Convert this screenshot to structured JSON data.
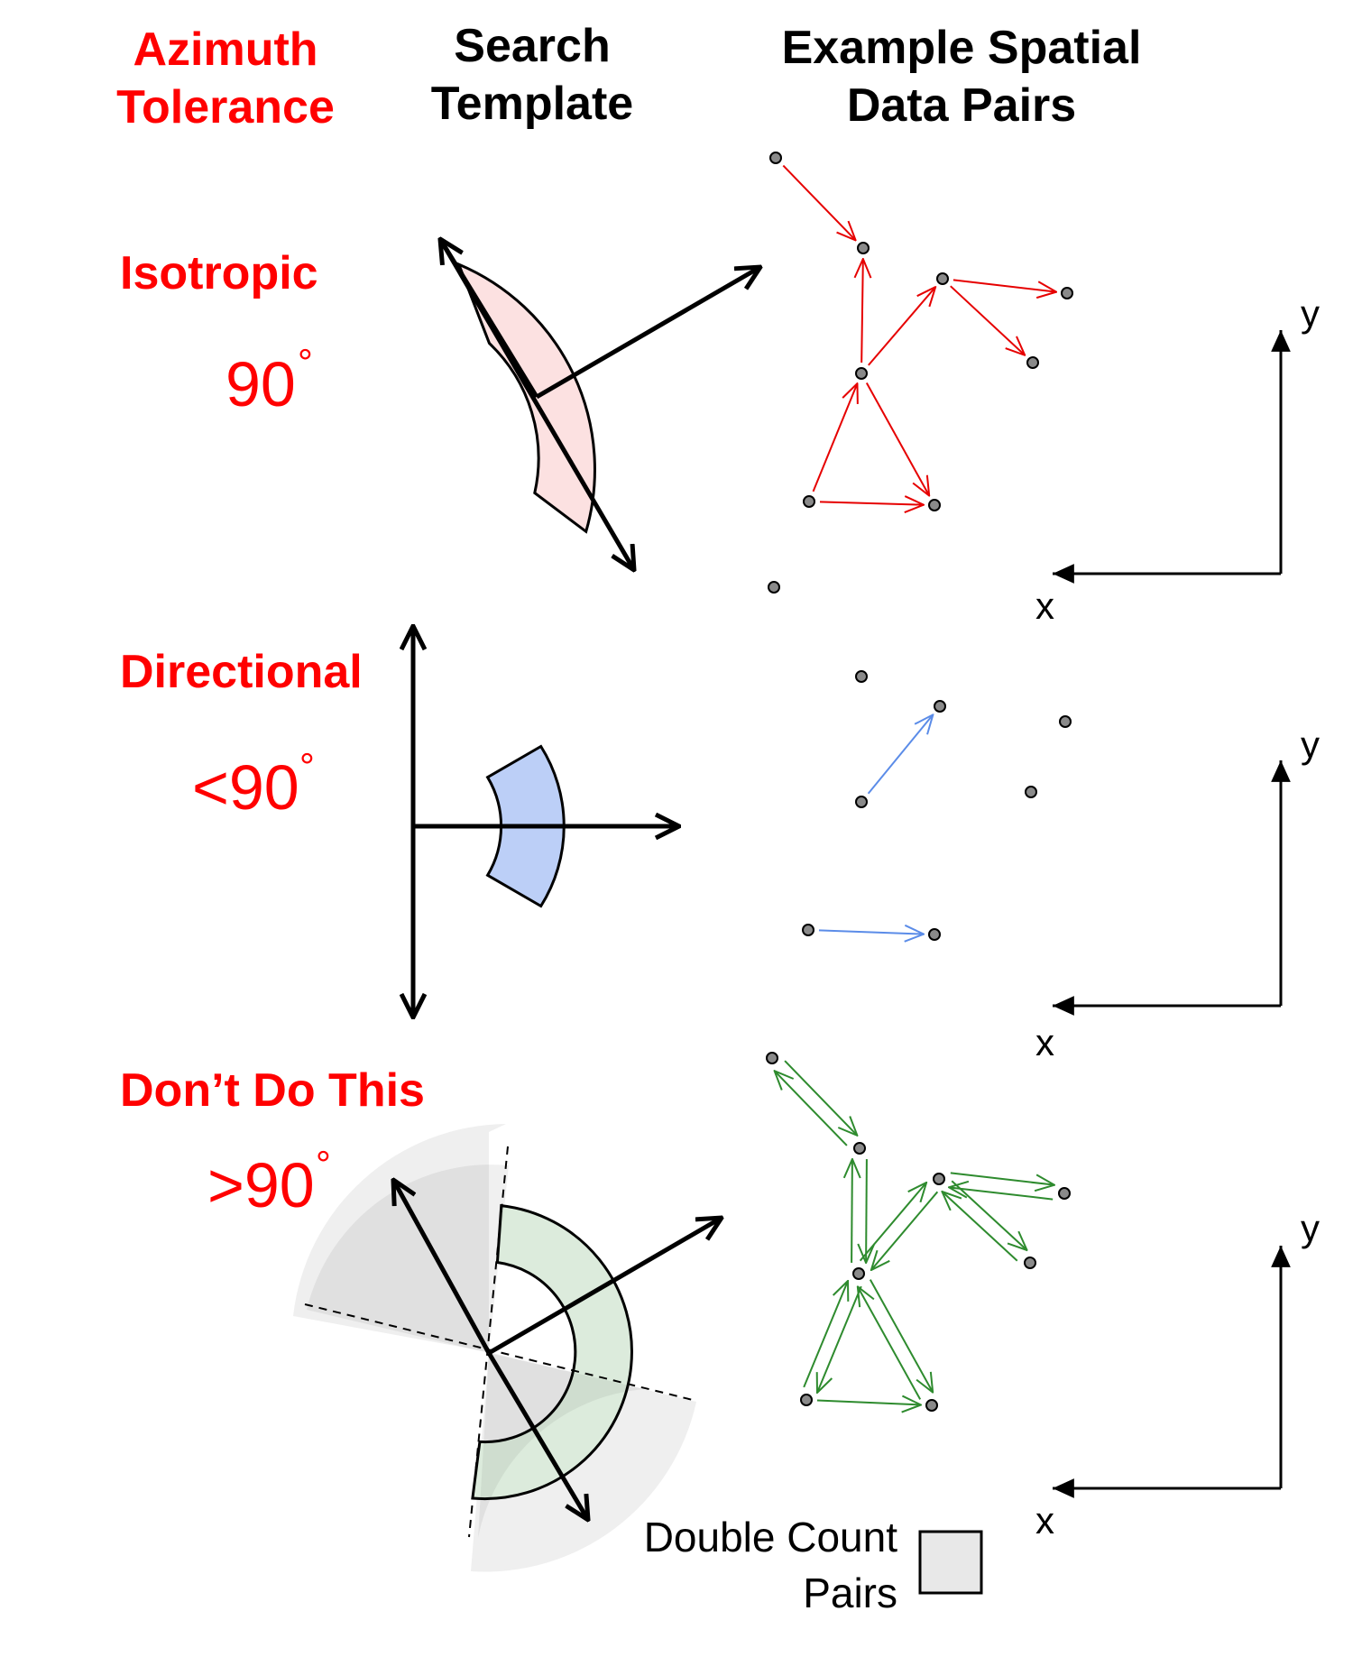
{
  "headers": {
    "azimuth": [
      "Azimuth",
      "Tolerance"
    ],
    "template": [
      "Search",
      "Template"
    ],
    "pairs": [
      "Example Spatial",
      "Data Pairs"
    ]
  },
  "rows": [
    {
      "label": "Isotropic",
      "angle": "90",
      "degree_symbol": "°",
      "pair_color": "#e60000",
      "sector_color": "#fce1e1"
    },
    {
      "label": "Directional",
      "angle": "<90",
      "degree_symbol": "°",
      "pair_color": "#5b8ce8",
      "sector_color": "#bccff7"
    },
    {
      "label": "Don’t Do This",
      "angle": ">90",
      "degree_symbol": "°",
      "pair_color": "#2e8b2e",
      "sector_color": "#dcebdc"
    }
  ],
  "axes": {
    "x": "x",
    "y": "y"
  },
  "legend": {
    "line1": "Double Count",
    "line2": "Pairs",
    "swatch_color": "#e8e8e8"
  },
  "colors": {
    "label": "#ff0000",
    "ink": "#000000",
    "double_count_fill": "#efefef",
    "point_fill": "#8a8a8a"
  }
}
